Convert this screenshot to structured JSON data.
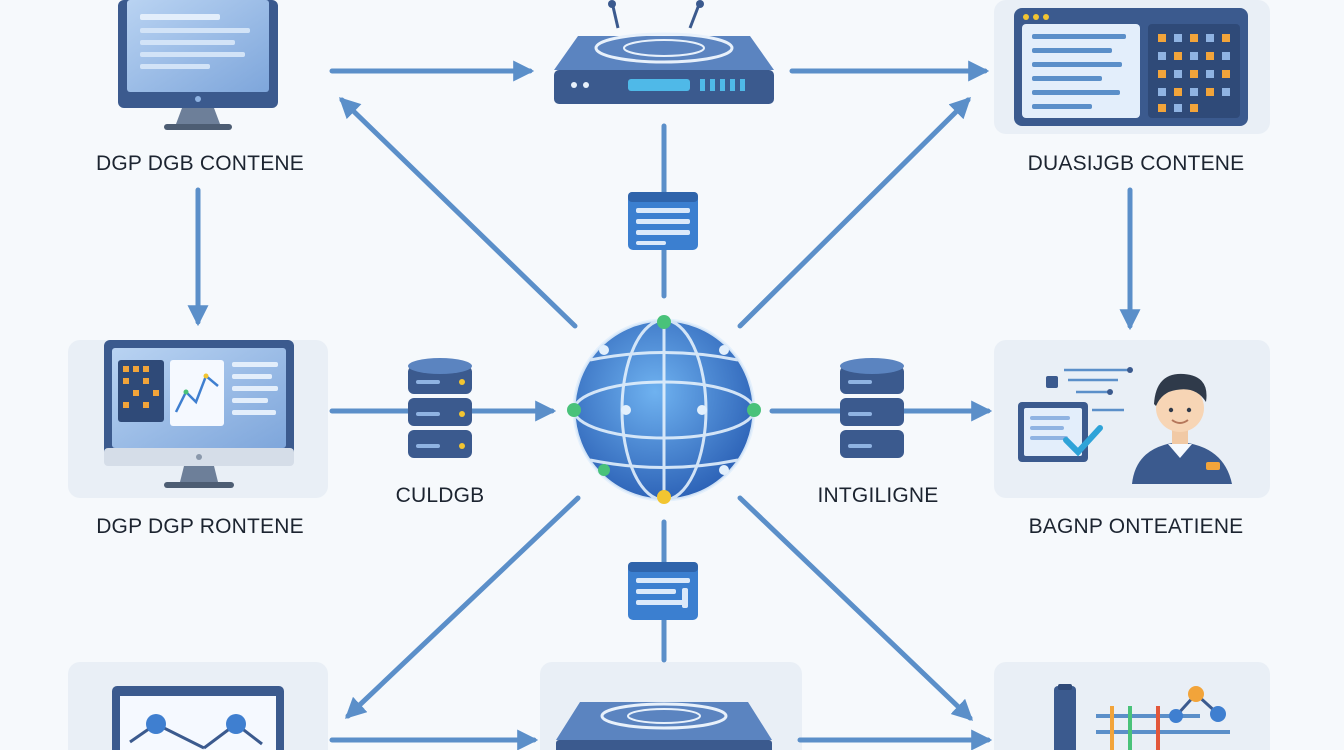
{
  "nodes": {
    "top_left": {
      "label": "DGP DGB CONTENE",
      "icon": "desktop-monitor-icon"
    },
    "top_center": {
      "icon": "network-router-icon"
    },
    "top_right": {
      "label": "DUASIJGB CONTENE",
      "icon": "dashboard-window-icon"
    },
    "mid_left": {
      "label": "DGP DGP RONTENE",
      "icon": "analytics-monitor-icon"
    },
    "mid_left_db": {
      "label": "CULDGB",
      "icon": "database-icon"
    },
    "center": {
      "icon": "globe-network-icon"
    },
    "mid_right_db": {
      "label": "INTGILIGNE",
      "icon": "database-icon"
    },
    "mid_right": {
      "label": "BAGNP ONTEATIENE",
      "icon": "user-checklist-icon"
    },
    "bottom_left": {
      "icon": "network-graph-icon"
    },
    "bottom_center": {
      "icon": "network-router-icon"
    },
    "bottom_right": {
      "icon": "data-chart-icon"
    },
    "connector_top": {
      "icon": "server-panel-icon"
    },
    "connector_bottom": {
      "icon": "server-panel-icon"
    }
  },
  "colors": {
    "background": "#f6f9fc",
    "card": "#e9eff6",
    "arrow": "#5b8fc9",
    "device_dark": "#3b5a8e",
    "screen": "#8fb3e2",
    "globe": "#3f7fd0",
    "node_green": "#49c27a",
    "node_yellow": "#f2c531"
  }
}
